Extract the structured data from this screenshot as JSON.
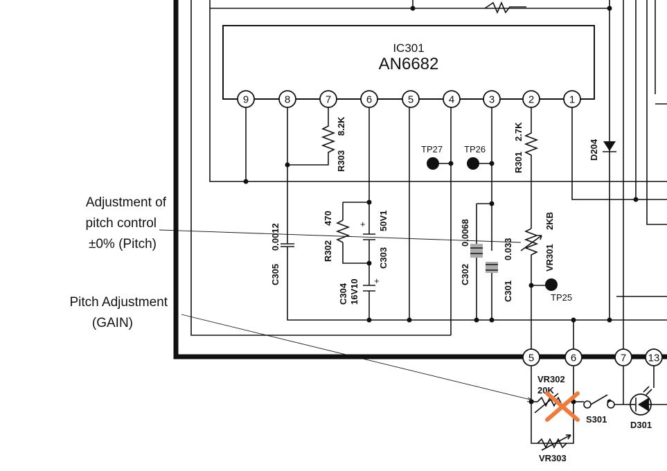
{
  "ic": {
    "ref": "IC301",
    "part": "AN6682"
  },
  "ic_pins": [
    "9",
    "8",
    "7",
    "6",
    "5",
    "4",
    "3",
    "2",
    "1"
  ],
  "connector_pins": [
    "5",
    "6",
    "7",
    "13"
  ],
  "annotations": {
    "pitch_control_line1": "Adjustment of",
    "pitch_control_line2": "pitch control",
    "pitch_control_line3": "±0% (Pitch)",
    "pitch_gain_line1": "Pitch Adjustment",
    "pitch_gain_line2": "(GAIN)"
  },
  "components": {
    "r303_ref": "R303",
    "r303_val": "8.2K",
    "r301_ref": "R301",
    "r301_val": "2.7K",
    "r302_ref": "R302",
    "r302_val": "470",
    "c303_ref": "C303",
    "c303_val": "50V1",
    "c304_ref": "C304",
    "c304_val": "16V10",
    "c305_ref": "C305",
    "c305_val": "0.0012",
    "c302_ref": "C302",
    "c302_val": "0.0068",
    "c301_ref": "C301",
    "c301_val": "0.033",
    "vr301_ref": "VR301",
    "vr301_val": "2KB",
    "d204_ref": "D204",
    "vr302_ref": "VR302",
    "vr302_val": "20K",
    "vr303_ref": "VR303",
    "s301_ref": "S301",
    "d301_ref": "D301"
  },
  "test_points": {
    "tp27": "TP27",
    "tp26": "TP26",
    "tp25": "TP25"
  },
  "colors": {
    "line": "#111111",
    "cross_mark": "#f07a3a"
  }
}
